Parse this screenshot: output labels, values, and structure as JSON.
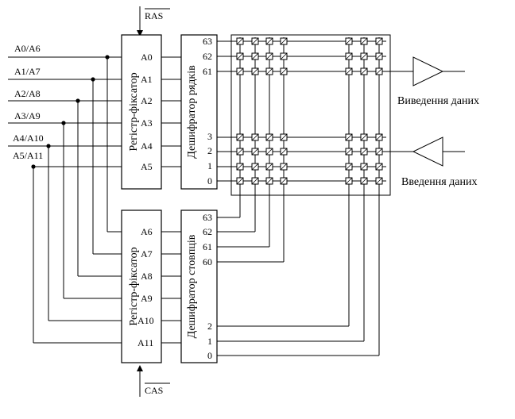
{
  "signals": {
    "ras": "RAS",
    "cas": "CAS"
  },
  "address_inputs": [
    "A0/A6",
    "A1/A7",
    "A2/A8",
    "A3/A9",
    "A4/A10",
    "A5/A11"
  ],
  "row_register": {
    "title": "Регістр-фіксатор",
    "pins": [
      "A0",
      "A1",
      "A2",
      "A3",
      "A4",
      "A5"
    ]
  },
  "col_register": {
    "title": "Регістр-фіксатор",
    "pins": [
      "A6",
      "A7",
      "A8",
      "A9",
      "A10",
      "A11"
    ]
  },
  "row_decoder": {
    "title": "Дешифратор рядків",
    "outputs": [
      "63",
      "62",
      "61",
      "3",
      "2",
      "1",
      "0"
    ]
  },
  "col_decoder": {
    "title": "Дешифратор стовпців",
    "outputs": [
      "63",
      "62",
      "61",
      "60",
      "2",
      "1",
      "0"
    ]
  },
  "data_out_label": "Виведення даних",
  "data_in_label": "Введення даних"
}
